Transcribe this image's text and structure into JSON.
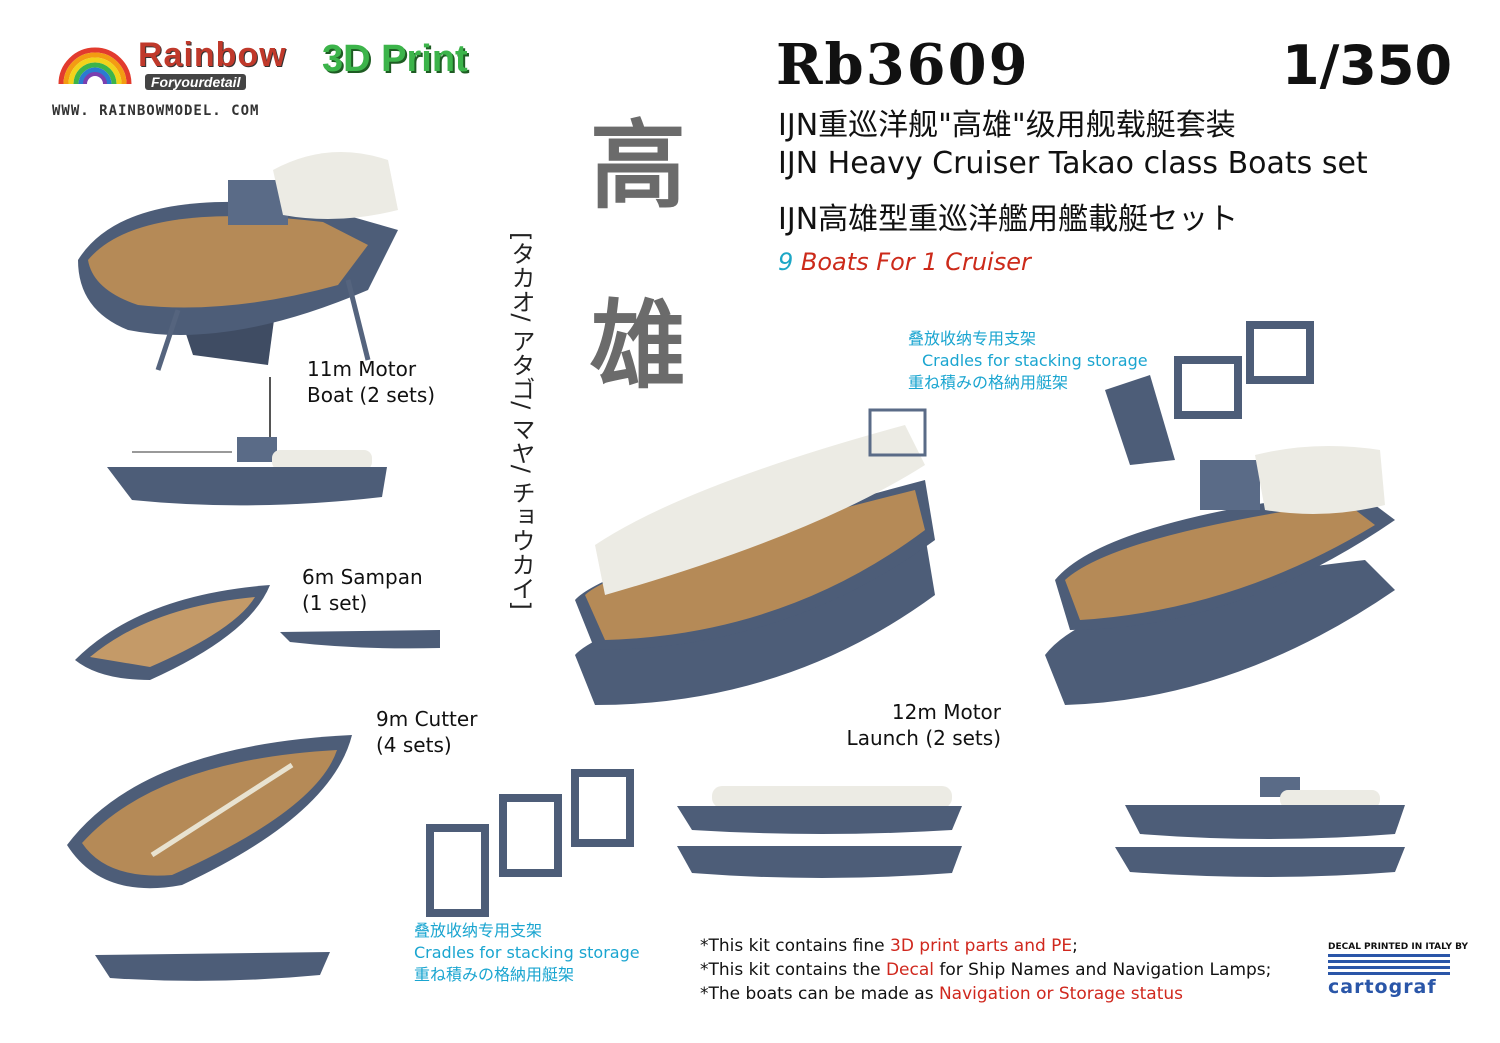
{
  "brand": {
    "name": "Rainbow",
    "tagline": "Foryourdetail",
    "website": "WWW. RAINBOWMODEL. COM"
  },
  "badge": "3D Print",
  "product": {
    "code": "Rb3609",
    "scale": "1/350",
    "title_cn": "IJN重巡洋舰\"高雄\"级用舰载艇套装",
    "title_en": "IJN Heavy Cruiser Takao class Boats set",
    "title_jp": "IJN高雄型重巡洋艦用艦載艇セット",
    "subtitle_count": "9",
    "subtitle_rest": " Boats For 1 Cruiser"
  },
  "kanji": {
    "char1": "高",
    "char2": "雄",
    "ships": "[タカオ/ アタゴ/ マヤ/ チョウカイ]"
  },
  "labels": {
    "motor_boat_1": "11m Motor",
    "motor_boat_2": "Boat (2 sets)",
    "sampan_1": "6m Sampan",
    "sampan_2": "(1 set)",
    "cutter_1": "9m Cutter",
    "cutter_2": "(4 sets)",
    "launch_1": "12m Motor",
    "launch_2": "Launch (2 sets)"
  },
  "cradles": {
    "line_cn": "叠放收纳专用支架",
    "line_en": "Cradles for stacking storage",
    "line_jp": "重ね積みの格納用艇架"
  },
  "notes": [
    {
      "pre": "*This kit contains fine ",
      "hl": "3D print parts and PE",
      "post": ";"
    },
    {
      "pre": "*This kit contains the ",
      "hl": "Decal",
      "post": " for Ship Names and Navigation Lamps;"
    },
    {
      "pre": "*The boats can be made as ",
      "hl": "Navigation or Storage status",
      "post": ""
    }
  ],
  "decal": {
    "printed": "DECAL PRINTED IN ITALY BY",
    "brand": "cartograf"
  },
  "colors": {
    "hull": "#4d5d78",
    "deck": "#b58a57",
    "canopy": "#ecebe4",
    "accent_red": "#cc2a1a",
    "accent_cyan": "#1aa5d0",
    "badge_green": "#3cb44a"
  }
}
